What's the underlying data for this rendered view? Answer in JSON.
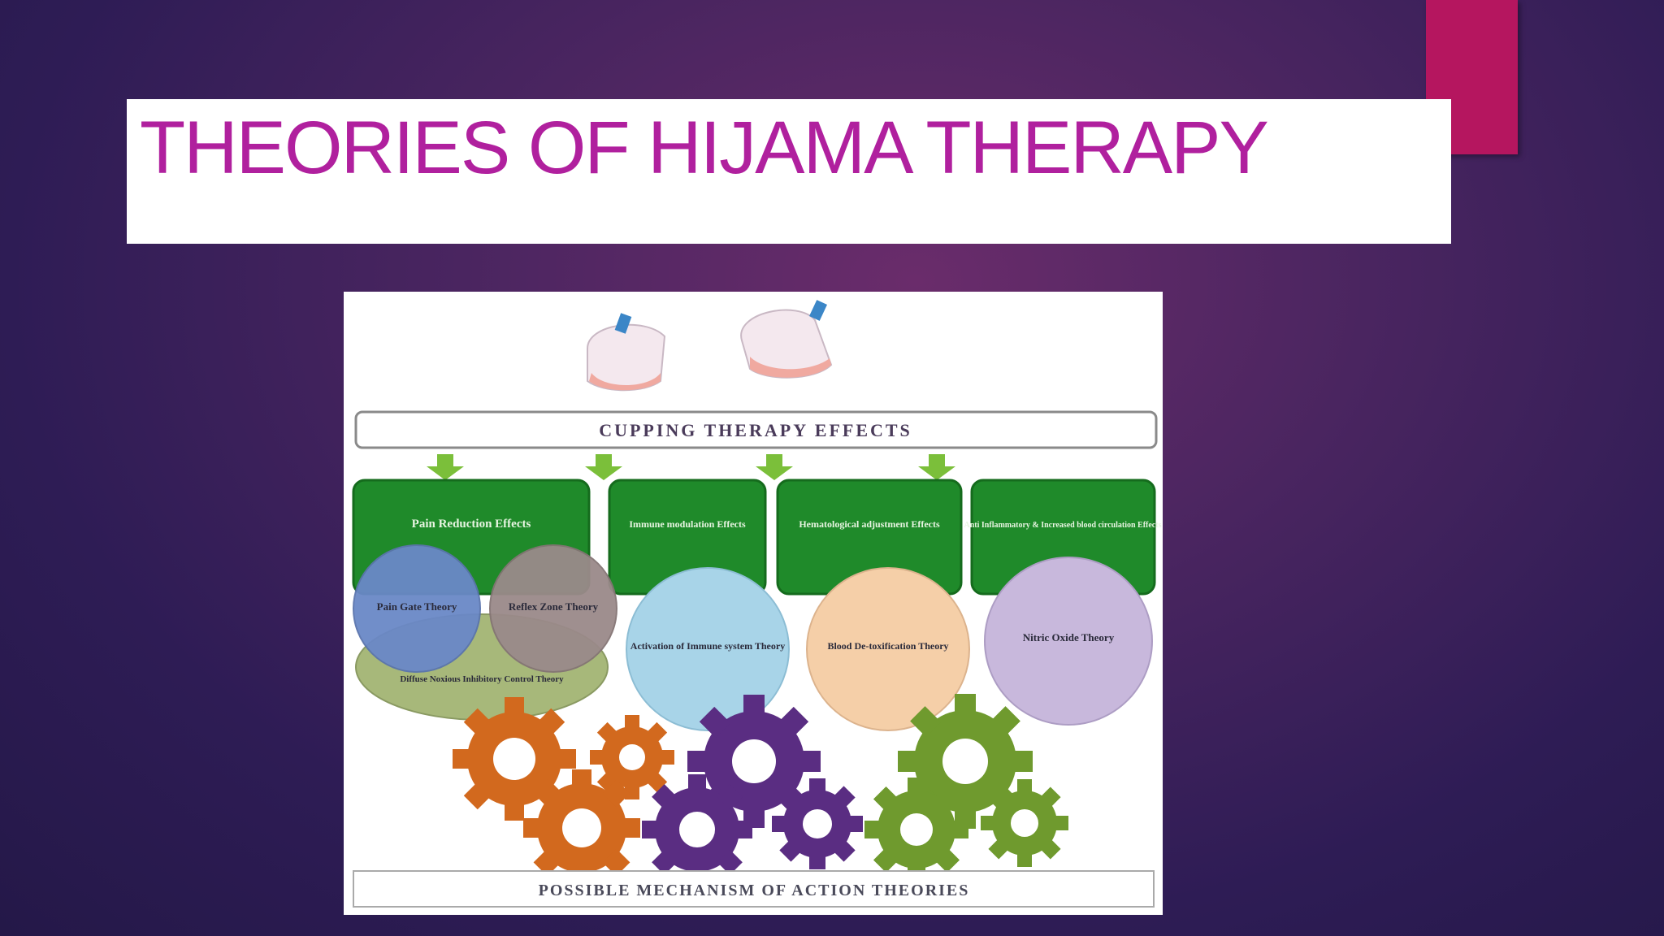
{
  "slide": {
    "title": "THEORIES OF HIJAMA THERAPY",
    "accent_color": "#b5165f",
    "title_color": "#b0209e"
  },
  "figure": {
    "header": "CUPPING THERAPY EFFECTS",
    "footer": "POSSIBLE MECHANISM OF ACTION THEORIES",
    "effects": [
      "Pain Reduction Effects",
      "Immune modulation Effects",
      "Hematological adjustment Effects",
      "Anti Inflammatory & Increased blood circulation Effects"
    ],
    "theories": [
      "Pain Gate Theory",
      "Reflex Zone Theory",
      "Diffuse Noxious Inhibitory Control Theory",
      "Activation of Immune system Theory",
      "Blood De-toxification Theory",
      "Nitric Oxide Theory"
    ],
    "colors": {
      "effect_box": "#1f8a2a",
      "arrow": "#7bbf3a",
      "gear_orange": "#d2691e",
      "gear_purple": "#5a2d82",
      "gear_green": "#6f9a2e"
    }
  }
}
